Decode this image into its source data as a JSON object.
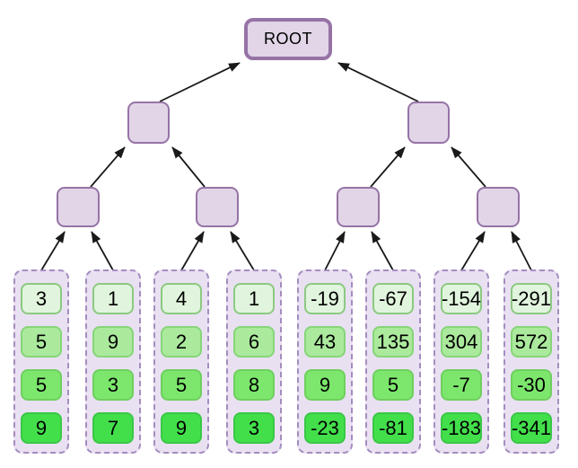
{
  "diagram": {
    "root_label": "ROOT",
    "internal_node_count": 6,
    "columns": [
      {
        "values": [
          "3",
          "5",
          "5",
          "9"
        ]
      },
      {
        "values": [
          "1",
          "9",
          "3",
          "7"
        ]
      },
      {
        "values": [
          "4",
          "2",
          "5",
          "9"
        ]
      },
      {
        "values": [
          "1",
          "6",
          "8",
          "3"
        ]
      },
      {
        "values": [
          "-19",
          "43",
          "9",
          "-23"
        ]
      },
      {
        "values": [
          "-67",
          "135",
          "5",
          "-81"
        ]
      },
      {
        "values": [
          "-154",
          "304",
          "-7",
          "-183"
        ]
      },
      {
        "values": [
          "-291",
          "572",
          "-30",
          "-341"
        ]
      }
    ]
  },
  "colors": {
    "node-fill": "#e1d5e7",
    "node-border": "#9673a6",
    "container-fill": "#e9e1f2",
    "container-border": "#a58cc0",
    "cell-fill-1": "#e1f4dd",
    "cell-border-1": "#8cc981",
    "cell-fill-2": "#abe99d",
    "cell-border-2": "#86d678",
    "cell-fill-3": "#7ce76c",
    "cell-border-3": "#6fcf5f",
    "cell-fill-4": "#42df4b",
    "cell-border-4": "#3bc746",
    "arrow": "#1a1a1a",
    "text": "#000000"
  }
}
